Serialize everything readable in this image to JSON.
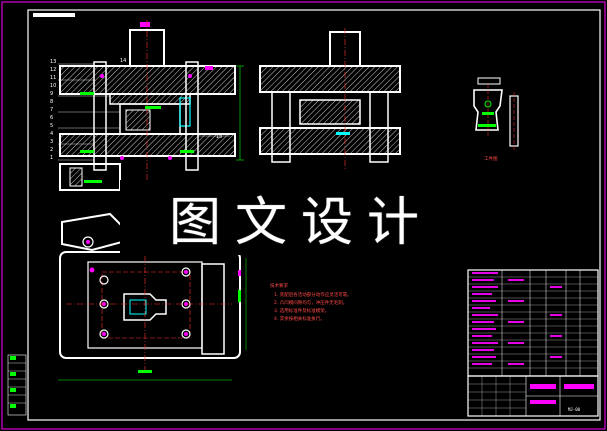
{
  "watermark": "图文设计",
  "drawing": {
    "detail_caption": "工件图",
    "notes_title": "技术要求",
    "notes": [
      "1. 装配后各活动部分动作应灵活可靠。",
      "2. 凸凹模间隙均匀，冲压件无毛刺。",
      "3. 选用标准件及标准模架。",
      "4. 其余按相关标准执行。"
    ],
    "drawing_number": "MJ-00",
    "part_numbers": [
      "13",
      "12",
      "11",
      "10",
      "9",
      "8",
      "7",
      "6",
      "5",
      "4",
      "3",
      "2",
      "1"
    ],
    "part_numbers_right": [
      "14",
      "15"
    ]
  },
  "colors": {
    "background": "#000000",
    "frame": "#ffffff",
    "outer_frame": "#ff00ff",
    "part_lines": "#ffffff",
    "centerline": "#ff3030",
    "dimension": "#00ff00",
    "highlight": "#ff00ff",
    "hatch": "#ffffff",
    "cyan": "#00ffff"
  }
}
